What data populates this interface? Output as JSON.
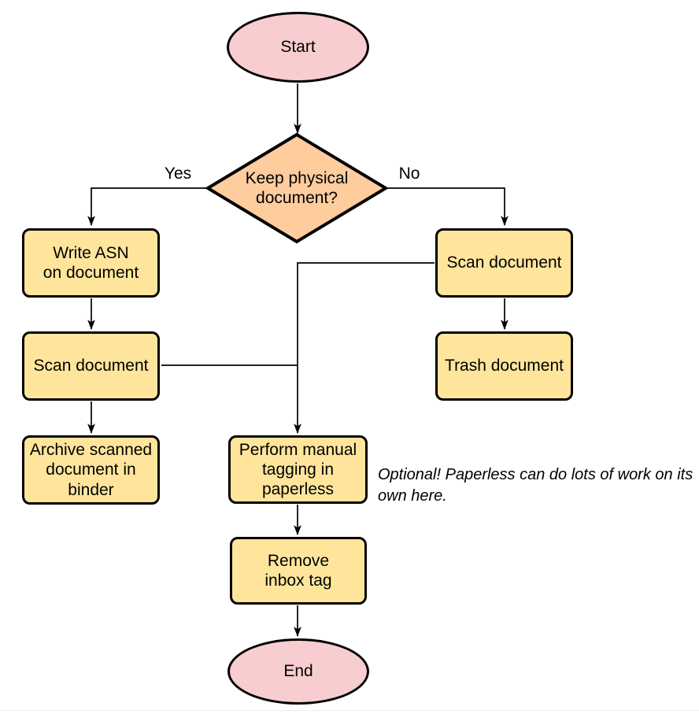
{
  "diagram": {
    "type": "flowchart",
    "nodes": {
      "start": {
        "label": "Start",
        "shape": "ellipse",
        "fill": "#F8CDD0"
      },
      "decision": {
        "label": "Keep physical\ndocument?",
        "shape": "diamond",
        "fill": "#FFCC9E"
      },
      "write_asn": {
        "label": "Write ASN\non document",
        "shape": "rect",
        "fill": "#FFE59C"
      },
      "scan_left": {
        "label": "Scan document",
        "shape": "rect",
        "fill": "#FFE59C"
      },
      "archive": {
        "label": "Archive scanned\ndocument in\nbinder",
        "shape": "rect",
        "fill": "#FFE59C"
      },
      "scan_right": {
        "label": "Scan document",
        "shape": "rect",
        "fill": "#FFE59C"
      },
      "trash": {
        "label": "Trash document",
        "shape": "rect",
        "fill": "#FFE59C"
      },
      "perform_tagging": {
        "label": "Perform manual\ntagging in\npaperless",
        "shape": "rect",
        "fill": "#FFE59C"
      },
      "remove_inbox": {
        "label": "Remove\ninbox tag",
        "shape": "rect",
        "fill": "#FFE59C"
      },
      "end": {
        "label": "End",
        "shape": "ellipse",
        "fill": "#F8CDD0"
      }
    },
    "edge_labels": {
      "yes": "Yes",
      "no": "No"
    },
    "annotation": "Optional! Paperless can do lots of work on its own here.",
    "colors": {
      "node_yellow": "#FFE59C",
      "node_orange": "#FFCC9E",
      "node_pink": "#F8CDD0",
      "stroke": "#000000",
      "background": "#ffffff"
    }
  }
}
